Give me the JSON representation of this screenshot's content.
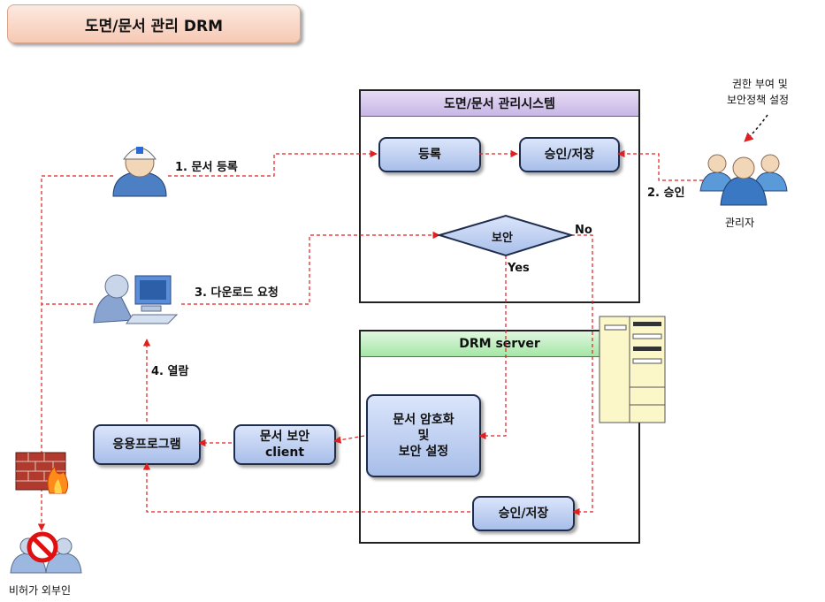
{
  "title": "도면/문서 관리 DRM",
  "system_panel": {
    "title": "도면/문서 관리시스템",
    "register": "등록",
    "approve_store": "승인/저장",
    "security": "보안",
    "no": "No",
    "yes": "Yes"
  },
  "drm_panel": {
    "title": "DRM server",
    "encrypt_line1": "문서 암호화",
    "encrypt_line2": "및",
    "encrypt_line3": "보안 설정",
    "approve_store": "승인/저장"
  },
  "client_box": {
    "line1": "문서 보안",
    "line2": "client"
  },
  "app_box": "응용프로그램",
  "steps": {
    "s1": "1. 문서 등록",
    "s2": "2. 승인",
    "s3": "3. 다운로드 요청",
    "s4": "4. 열람"
  },
  "admin": {
    "note_line1": "권한 부여 및",
    "note_line2": "보안정책 설정",
    "label": "관리자"
  },
  "outsider_label": "비허가 외부인",
  "colors": {
    "arrow": "#e02020",
    "node_fill": "#a8bee9",
    "panel1_header": "#c7b6e6",
    "panel2_header": "#a6e6a6"
  },
  "icons": [
    "worker-icon",
    "computer-user-icon",
    "admin-group-icon",
    "firewall-icon",
    "server-rack-icon",
    "blocked-user-icon"
  ]
}
